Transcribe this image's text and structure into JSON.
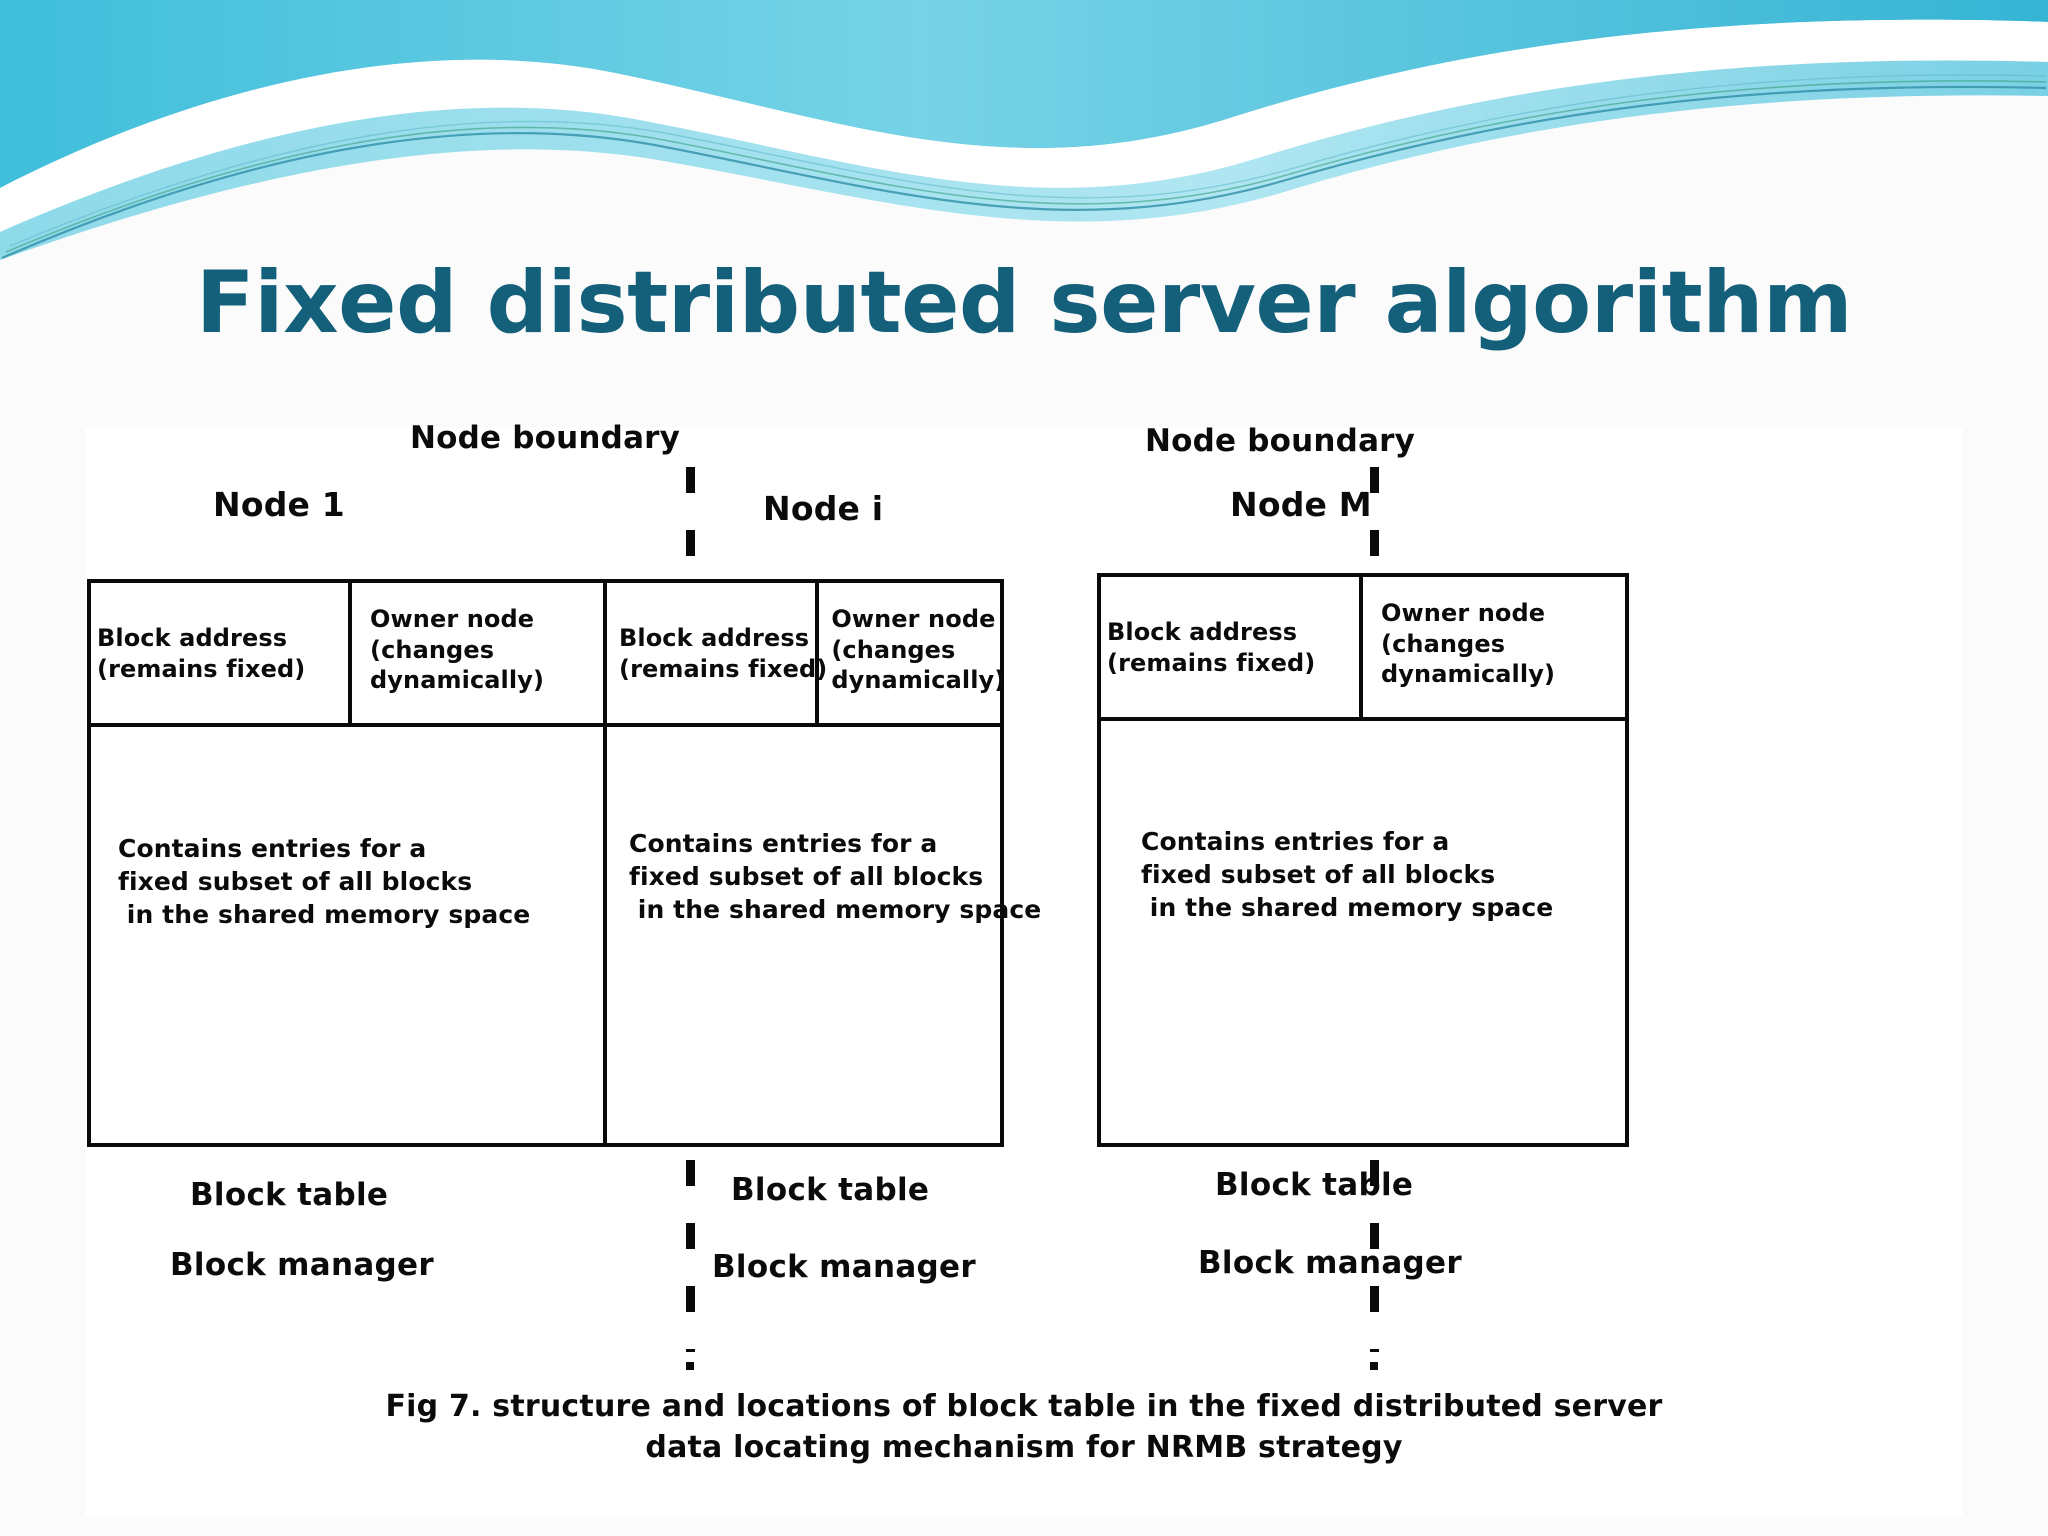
{
  "slide": {
    "title": "Fixed distributed server algorithm",
    "title_color": "#14607a",
    "background_color": "#fbfbfc",
    "accent_color": "#4fc3dd"
  },
  "figure": {
    "boundary_labels": [
      {
        "text": "Node boundary"
      },
      {
        "text": "Node boundary"
      }
    ],
    "nodes": [
      {
        "name": "Node 1",
        "cells": {
          "block_address": "Block address\n(remains fixed)",
          "owner_node": "Owner node\n(changes\ndynamically)"
        },
        "body": "Contains entries for a\nfixed subset of all blocks\n in the shared memory space",
        "under_labels": [
          "Block table",
          "Block manager"
        ]
      },
      {
        "name": "Node i",
        "cells": {
          "block_address": "Block address\n(remains fixed)",
          "owner_node": "Owner node\n(changes\ndynamically)"
        },
        "body": "Contains entries for a\nfixed subset of all blocks\n in the shared memory space",
        "under_labels": [
          "Block table",
          "Block manager"
        ]
      },
      {
        "name": "Node M",
        "cells": {
          "block_address": "Block address\n(remains fixed)",
          "owner_node": "Owner node\n(changes\ndynamically)"
        },
        "body": "Contains entries for a\nfixed subset of all blocks\n in the shared memory space",
        "under_labels": [
          "Block table",
          "Block manager"
        ]
      }
    ],
    "caption": "Fig 7. structure and locations of block table in the fixed distributed server\ndata locating mechanism for NRMB strategy"
  }
}
